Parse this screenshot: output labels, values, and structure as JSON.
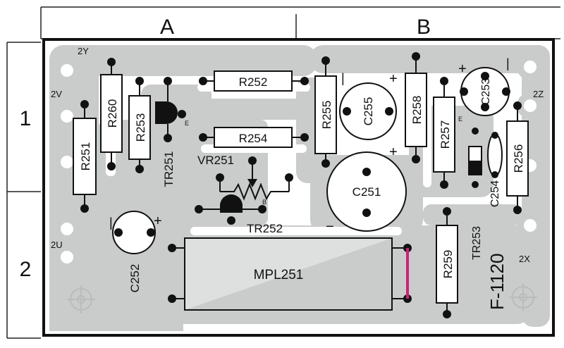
{
  "grid": {
    "columns": [
      "A",
      "B"
    ],
    "rows": [
      "1",
      "2"
    ]
  },
  "colors": {
    "copper_trace": "#c9cccb",
    "pad": "#111111",
    "board_outline": "#111111",
    "jumper_wire": "#cc2277",
    "background": "#ffffff"
  },
  "components": {
    "resistors": [
      "R251",
      "R252",
      "R253",
      "R254",
      "R255",
      "R256",
      "R257",
      "R258",
      "R259",
      "R260"
    ],
    "capacitors": [
      "C251",
      "C252",
      "C253",
      "C254",
      "C255"
    ],
    "transistors": [
      "TR251",
      "TR252",
      "TR253"
    ],
    "trimmer": "VR251",
    "module": "MPL251"
  },
  "terminals": [
    "2Y",
    "2V",
    "2U",
    "2Z",
    "2X"
  ],
  "polarity": {
    "plus": "+",
    "minus": "−",
    "bar": "|"
  },
  "pin_marks": {
    "tr251_e": "E",
    "tr252_b": "B",
    "tr253_e": "E"
  },
  "board_code": "F-1120"
}
